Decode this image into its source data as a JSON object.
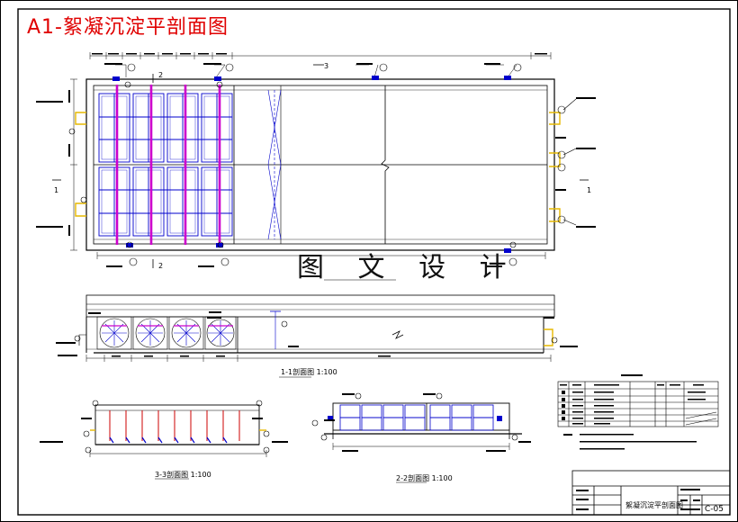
{
  "sheet": {
    "title": "A1-絮凝沉淀平剖面图",
    "watermark": "图 文 设 计",
    "sheet_number": "C-05",
    "drawing_name": "絮凝沉淀平剖面图"
  },
  "views": {
    "section_1": {
      "label": "1-1剖面图 1:100"
    },
    "section_2": {
      "label": "2-2剖面图 1:100"
    },
    "section_3": {
      "label": "3-3剖面图 1:100"
    }
  },
  "section_cut_marks": {
    "left": "1",
    "right": "1",
    "top_2": "2",
    "bottom_2": "2",
    "top_3": "3"
  },
  "colors": {
    "frame": "#000000",
    "structure": "#0000cc",
    "flocculator": "#cc00cc",
    "pipe_accent": "#ff00ff",
    "yellow_fitting": "#e6b800",
    "title_red": "#e00000",
    "text": "#000000"
  },
  "icons": {
    "callout": "circle-callout-icon",
    "section_arrow": "section-arrow-icon",
    "break_line": "break-line-icon"
  }
}
